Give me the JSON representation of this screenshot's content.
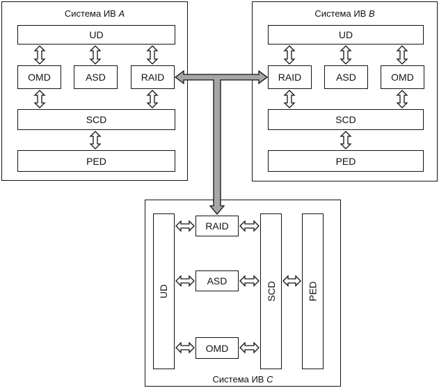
{
  "systems": {
    "a": {
      "title_prefix": "Система ИВ",
      "title_letter": "A",
      "ud": "UD",
      "omd": "OMD",
      "asd": "ASD",
      "raid": "RAID",
      "scd": "SCD",
      "ped": "PED"
    },
    "b": {
      "title_prefix": "Система ИВ",
      "title_letter": "B",
      "ud": "UD",
      "raid": "RAID",
      "asd": "ASD",
      "omd": "OMD",
      "scd": "SCD",
      "ped": "PED"
    },
    "c": {
      "title_prefix": "Система ИВ",
      "title_letter": "C",
      "ud": "UD",
      "raid": "RAID",
      "asd": "ASD",
      "omd": "OMD",
      "scd": "SCD",
      "ped": "PED"
    }
  },
  "colors": {
    "line": "#111111",
    "network_bus": "#a6a6a6",
    "background": "#ffffff"
  }
}
